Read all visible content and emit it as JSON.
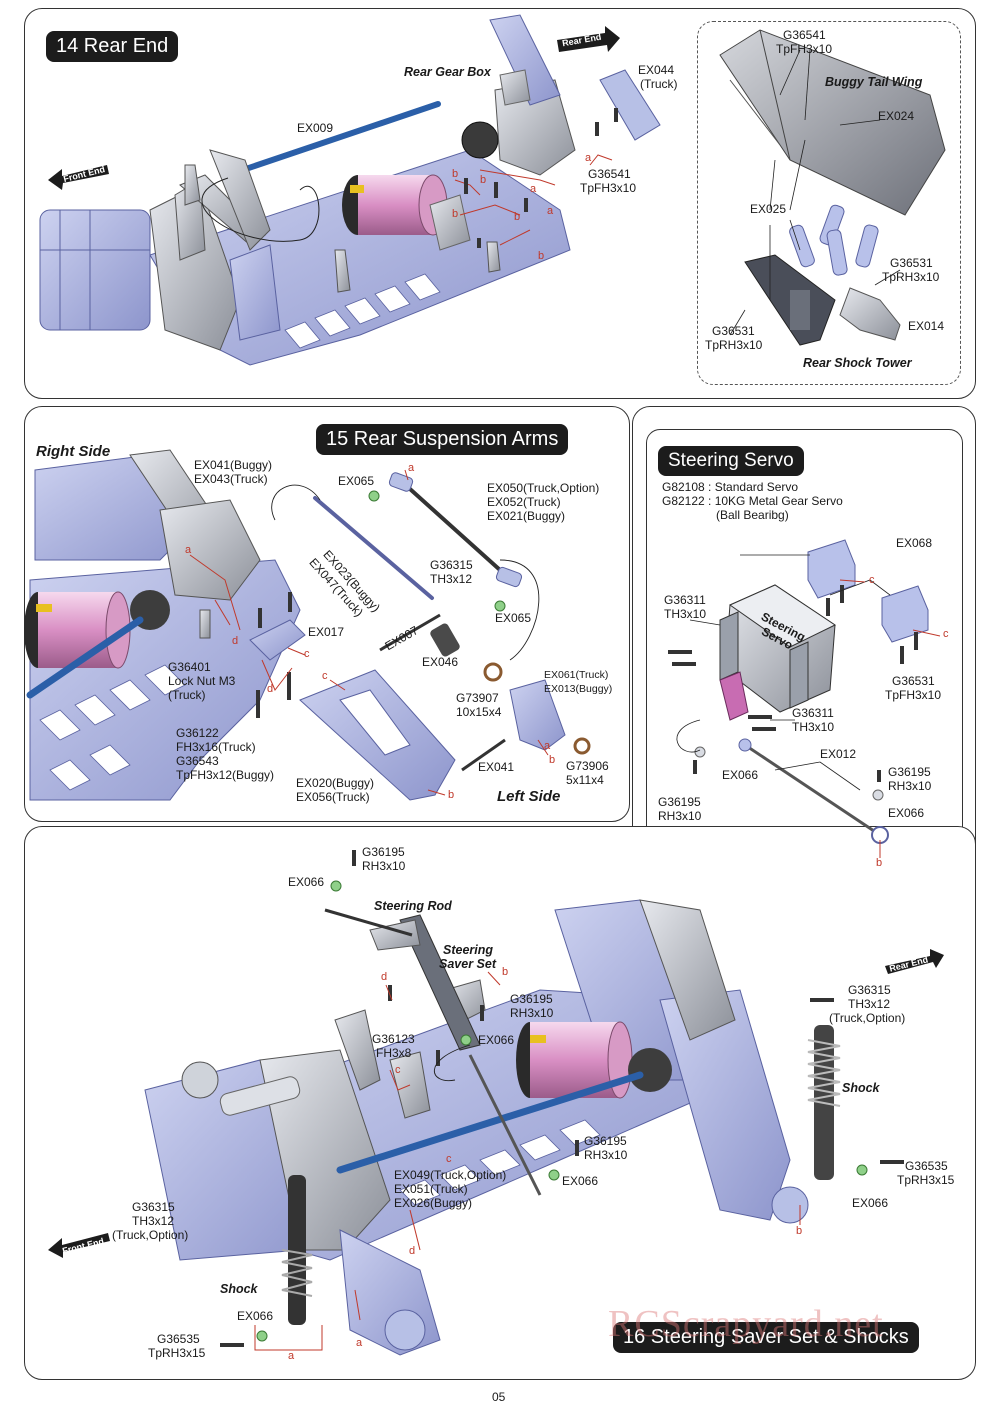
{
  "page_number": "05",
  "watermark": "RCScrapyard.net",
  "section14": {
    "title": "14 Rear End",
    "labels": {
      "rear_gear_box": "Rear Gear Box",
      "rear_end_tag": "Rear End",
      "front_end_tag": "Front End",
      "ex009": "EX009",
      "ex044": "EX044",
      "ex044_note": "(Truck)",
      "g36541_a": "G36541",
      "g36541_a_size": "TpFH3x10",
      "g36541_b": "G36541",
      "g36541_b_size": "TpFH3x10",
      "buggy_tail_wing": "Buggy Tail Wing",
      "ex024": "EX024",
      "ex025": "EX025",
      "g36531_a": "G36531",
      "g36531_a_size": "TpRH3x10",
      "g36531_b": "G36531",
      "g36531_b_size": "TpRH3x10",
      "ex014": "EX014",
      "rear_shock_tower": "Rear Shock Tower"
    }
  },
  "section15": {
    "title": "15 Rear Suspension Arms",
    "labels": {
      "right_side": "Right Side",
      "left_side": "Left Side",
      "ex041_buggy": "EX041(Buggy)",
      "ex043_truck": "EX043(Truck)",
      "ex065_a": "EX065",
      "ex050": "EX050(Truck,Option)",
      "ex052": "EX052(Truck)",
      "ex021": "EX021(Buggy)",
      "ex023": "EX023(Buggy)",
      "ex047": "EX047(Truck)",
      "g36315": "G36315",
      "g36315_size": "TH3x12",
      "ex065_b": "EX065",
      "ex017": "EX017",
      "ex007": "EX007",
      "ex046": "EX046",
      "ex061": "EX061(Truck)",
      "ex013": "EX013(Buggy)",
      "g36401": "G36401",
      "g36401_desc": "Lock Nut M3",
      "g36401_note": "(Truck)",
      "g73907": "G73907",
      "g73907_size": "10x15x4",
      "g36122": "G36122",
      "g36122_size": "FH3x16(Truck)",
      "g36543": "G36543",
      "g36543_size": "TpFH3x12(Buggy)",
      "ex041": "EX041",
      "g73906": "G73906",
      "g73906_size": "5x11x4",
      "ex020": "EX020(Buggy)",
      "ex056": "EX056(Truck)"
    }
  },
  "steering_servo": {
    "title": "Steering Servo",
    "lines": [
      "G82108 : Standard  Servo",
      "G82122 : 10KG Metal Gear Servo",
      "(Ball Bearibg)"
    ],
    "labels": {
      "ex068": "EX068",
      "g36311_a": "G36311",
      "g36311_a_size": "TH3x10",
      "servo_text": "Steering Servo",
      "g36531": "G36531",
      "g36531_size": "TpFH3x10",
      "g36311_b": "G36311",
      "g36311_b_size": "TH3x10",
      "ex012": "EX012",
      "ex066_a": "EX066",
      "g36195_a": "G36195",
      "g36195_a_size": "RH3x10",
      "g36195_b": "G36195",
      "g36195_b_size": "RH3x10",
      "ex066_b": "EX066"
    }
  },
  "section16": {
    "title": "16 Steering Saver Set & Shocks",
    "labels": {
      "g36195_top": "G36195",
      "g36195_top_size": "RH3x10",
      "ex066_top": "EX066",
      "steering_rod": "Steering Rod",
      "steering_saver_set_1": "Steering",
      "steering_saver_set_2": "Saver Set",
      "g36195_mid": "G36195",
      "g36195_mid_size": "RH3x10",
      "g36123": "G36123",
      "g36123_size": "FH3x8",
      "ex066_mid": "EX066",
      "rear_end_tag": "Rear End",
      "g36315_r": "G36315",
      "g36315_r_size": "TH3x12",
      "g36315_r_note": "(Truck,Option)",
      "shock_r": "Shock",
      "g36195_low": "G36195",
      "g36195_low_size": "RH3x10",
      "ex049": "EX049(Truck,Option)",
      "ex051": "EX051(Truck)",
      "ex026": "EX026(Buggy)",
      "ex066_low": "EX066",
      "g36535_r": "G36535",
      "g36535_r_size": "TpRH3x15",
      "ex066_r": "EX066",
      "g36315_l": "G36315",
      "g36315_l_size": "TH3x12",
      "g36315_l_note": "(Truck,Option)",
      "front_end_tag": "Front End",
      "shock_l": "Shock",
      "ex066_l": "EX066",
      "g36535_l": "G36535",
      "g36535_l_size": "TpRH3x15"
    }
  },
  "colors": {
    "chassis": "#b9bfe6",
    "chassis_dark": "#6f78b8",
    "part_grey": "#cfd3da",
    "motor_pink": "#e8b4d9",
    "rod_blue": "#2b5fa8",
    "leader_red": "#c0392b"
  }
}
